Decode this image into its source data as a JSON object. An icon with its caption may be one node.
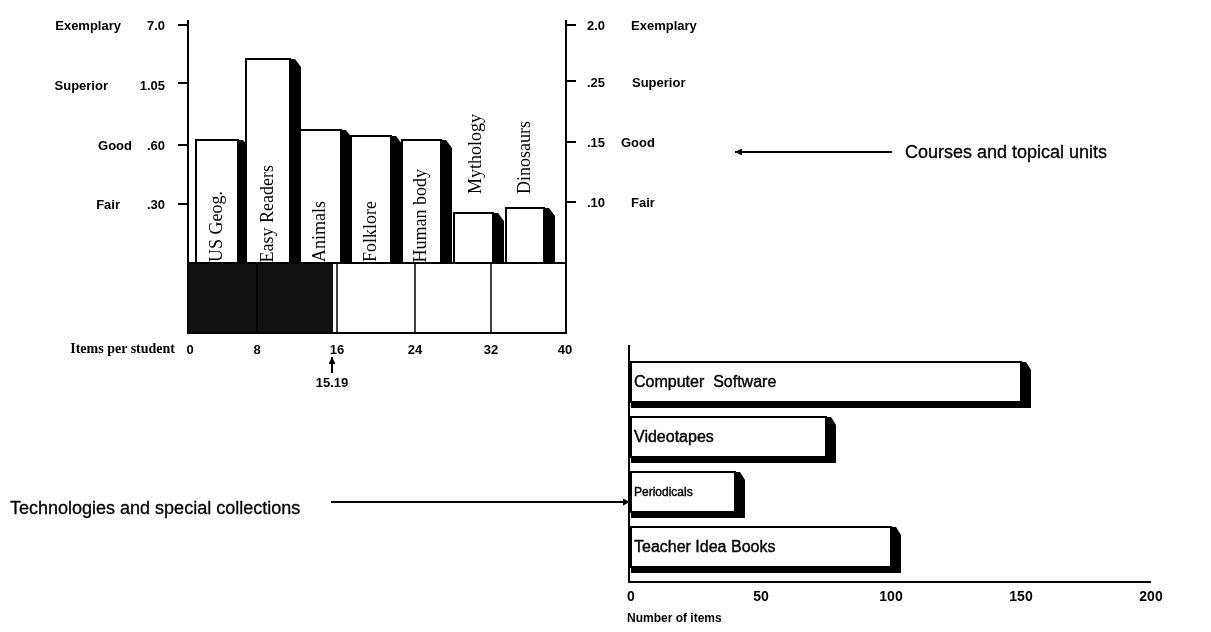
{
  "diagram": {
    "nodes": [
      {
        "text": [
          "Courses and topical units"
        ]
      },
      {
        "text": [
          "Technologies and special collections"
        ]
      },
      {
        "text": [],
        "shape": "bar"
      }
    ],
    "edges": [
      {
        "from": 0,
        "to": null,
        "arrow": "to"
      },
      {
        "from": 1,
        "to": 2,
        "arrow": "to"
      }
    ],
    "labels": [
      "Exemplary",
      "7.0",
      "2.0",
      "Exemplary",
      "Superior",
      "1.05",
      ".25",
      "Superior",
      "Good",
      ".60",
      ".15",
      "Good",
      "Fair",
      ".30",
      ".10",
      "Fair",
      "US Geog.",
      "Easy Readers",
      "Animals",
      "Folklore",
      "Human body",
      "Mythology",
      "Dinosaurs",
      "Items per student",
      "0",
      "8",
      "16",
      "24",
      "32",
      "40",
      "15.19"
    ],
    "chart_data": {
      "type": "bar",
      "orientation": "horizontal",
      "xlabel": "Number of items",
      "categories": [
        "Computer  Software",
        "Videotapes",
        "Periodicals",
        "Teacher Idea Books"
      ],
      "values": [
        150,
        75,
        40,
        100
      ],
      "xlim": [
        0,
        200
      ],
      "xticks": [
        0,
        50,
        100,
        150,
        200
      ]
    }
  }
}
